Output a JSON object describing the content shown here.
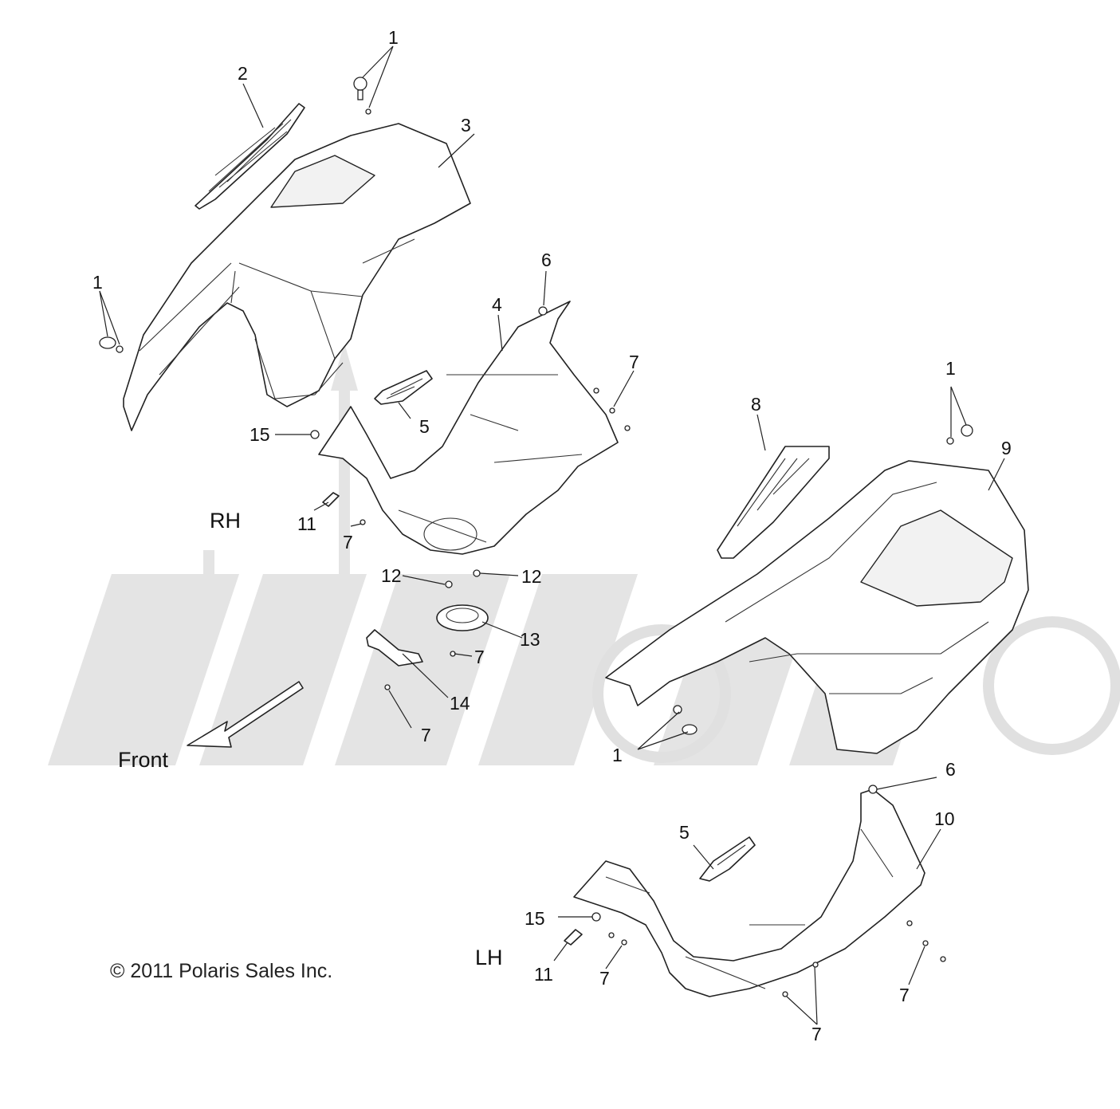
{
  "diagram": {
    "orientation_labels": {
      "rh": "RH",
      "lh": "LH",
      "front": "Front"
    },
    "copyright": "© 2011 Polaris Sales Inc.",
    "callouts": {
      "c1_top": "1",
      "c1_left": "1",
      "c1_right": "1",
      "c1_bottom": "1",
      "c2": "2",
      "c3": "3",
      "c4": "4",
      "c5_upper": "5",
      "c5_lower": "5",
      "c6_upper": "6",
      "c6_lower": "6",
      "c7_a": "7",
      "c7_b": "7",
      "c7_c": "7",
      "c7_d": "7",
      "c7_e": "7",
      "c7_f": "7",
      "c7_g": "7",
      "c8": "8",
      "c9": "9",
      "c10": "10",
      "c11_upper": "11",
      "c11_lower": "11",
      "c12_left": "12",
      "c12_right": "12",
      "c13": "13",
      "c14": "14",
      "c15_upper": "15",
      "c15_lower": "15"
    }
  }
}
